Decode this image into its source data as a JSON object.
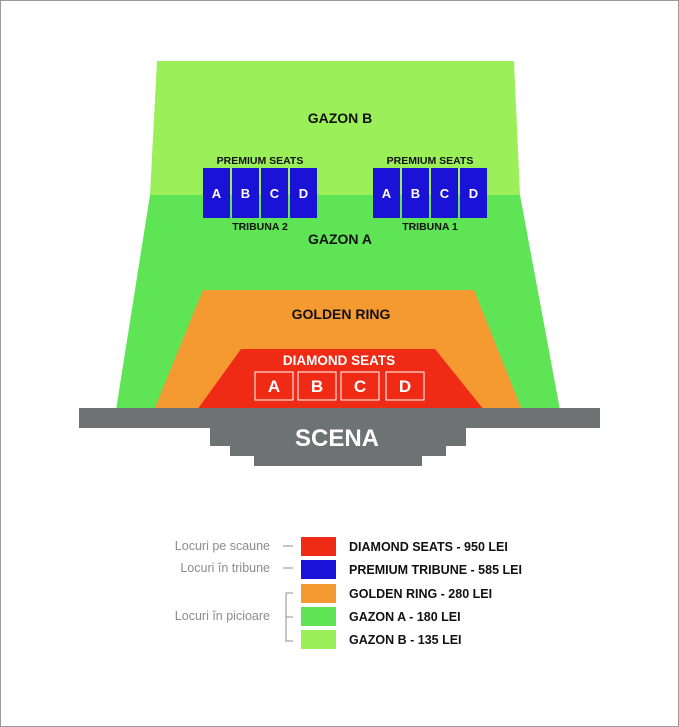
{
  "colors": {
    "gazon_b": "#9bf05a",
    "gazon_a": "#5ee455",
    "golden_ring": "#f59a31",
    "diamond": "#ef2b16",
    "premium": "#1a12d6",
    "stage": "#6f7273",
    "legend_line": "#8c8c8c"
  },
  "zones": {
    "gazon_b": "GAZON B",
    "gazon_a": "GAZON A",
    "golden_ring": "GOLDEN RING",
    "diamond_seats": "DIAMOND SEATS",
    "stage": "SCENA"
  },
  "tribunes": [
    {
      "header": "PREMIUM SEATS",
      "name": "TRIBUNA 2",
      "sections": [
        "A",
        "B",
        "C",
        "D"
      ]
    },
    {
      "header": "PREMIUM SEATS",
      "name": "TRIBUNA 1",
      "sections": [
        "A",
        "B",
        "C",
        "D"
      ]
    }
  ],
  "diamond_sections": [
    "A",
    "B",
    "C",
    "D"
  ],
  "legend": {
    "categories": {
      "seated": "Locuri pe scaune",
      "tribune": "Locuri în tribune",
      "standing": "Locuri în picioare"
    },
    "items": [
      {
        "label": "DIAMOND SEATS - 950 LEI",
        "color": "#ef2b16"
      },
      {
        "label": "PREMIUM TRIBUNE - 585 LEI",
        "color": "#1a12d6"
      },
      {
        "label": "GOLDEN RING - 280 LEI",
        "color": "#f59a31"
      },
      {
        "label": "GAZON A - 180 LEI",
        "color": "#5ee455"
      },
      {
        "label": "GAZON B - 135 LEI",
        "color": "#9bf05a"
      }
    ]
  }
}
